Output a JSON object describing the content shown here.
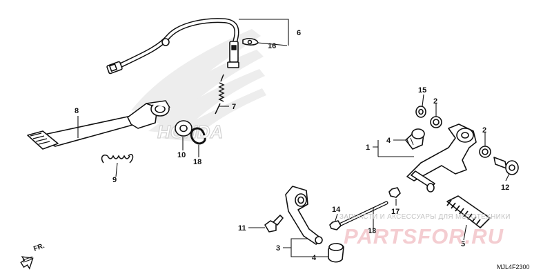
{
  "diagram": {
    "callouts": {
      "c1": "1",
      "c2a": "2",
      "c2b": "2",
      "c3": "3",
      "c4a": "4",
      "c4b": "4",
      "c5": "5",
      "c6": "6",
      "c7": "7",
      "c8": "8",
      "c9": "9",
      "c10": "10",
      "c11": "11",
      "c12": "12",
      "c13": "13",
      "c14": "14",
      "c15": "15",
      "c16": "16",
      "c17": "17",
      "c18": "18"
    },
    "forward_label": "FR.",
    "diagram_code": "MJL4F2300",
    "watermark": {
      "logo_text": "HONDA",
      "caption": "ЗАПЧАСТИ И АКСЕССУАРЫ ДЛЯ МОТОТЕХНИКИ",
      "brand": "PARTSFOR.RU"
    },
    "colors": {
      "ink": "#111111",
      "watermark_brand": "#f4cdd1",
      "watermark_logo": "#ededed"
    }
  }
}
